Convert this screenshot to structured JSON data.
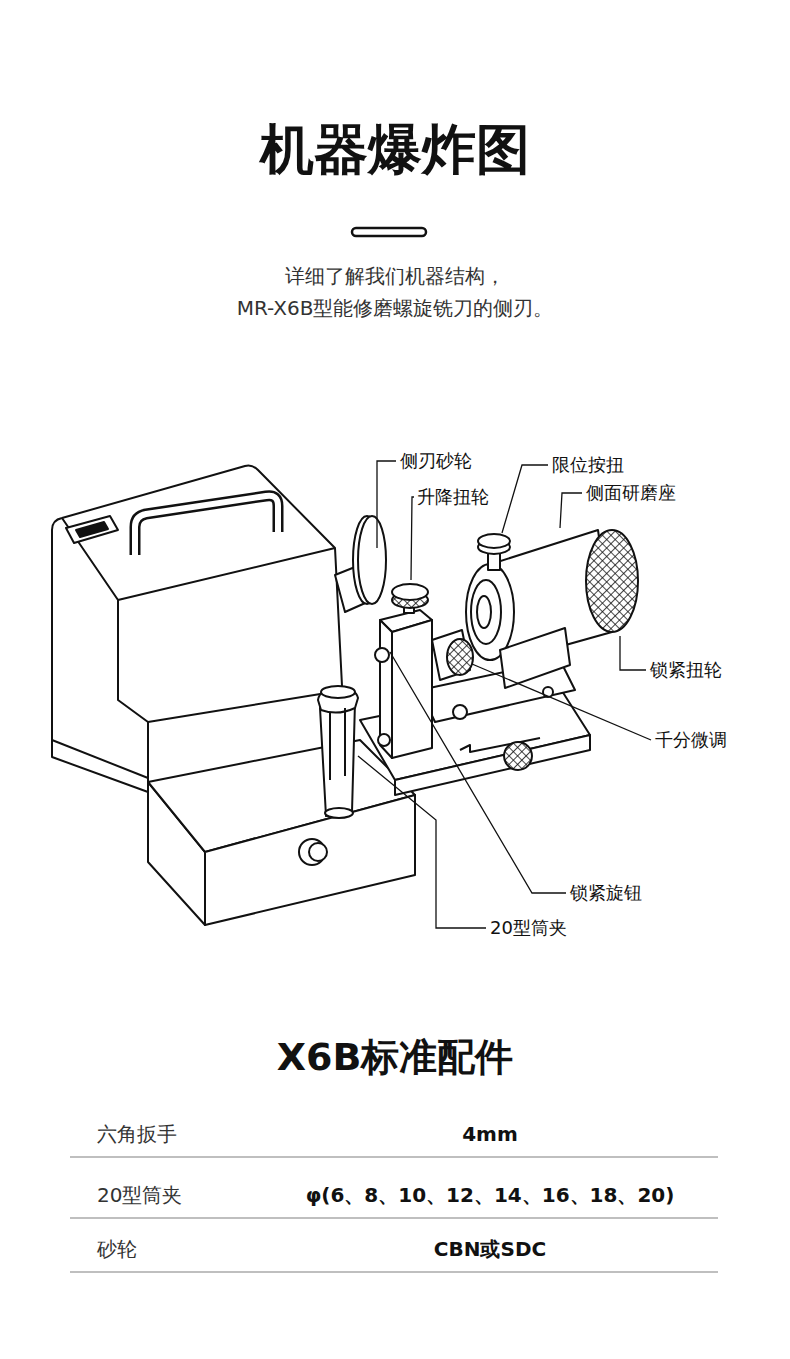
{
  "diagram": {
    "title": "机器爆炸图",
    "labels": [
      "详细了解我们机器结构，",
      "MR-X6B型能修磨螺旋铣刀的侧刃。",
      "侧刃砂轮",
      "限位按扭",
      "升降扭轮",
      "侧面研磨座",
      "锁紧扭轮",
      "千分微调",
      "锁紧旋钮",
      "20型筒夹",
      "X6B标准配件",
      "六角扳手",
      "4mm",
      "20型筒夹",
      "φ(6、8、10、12、14、16、18、20)",
      "砂轮",
      "CBN或SDC"
    ]
  }
}
